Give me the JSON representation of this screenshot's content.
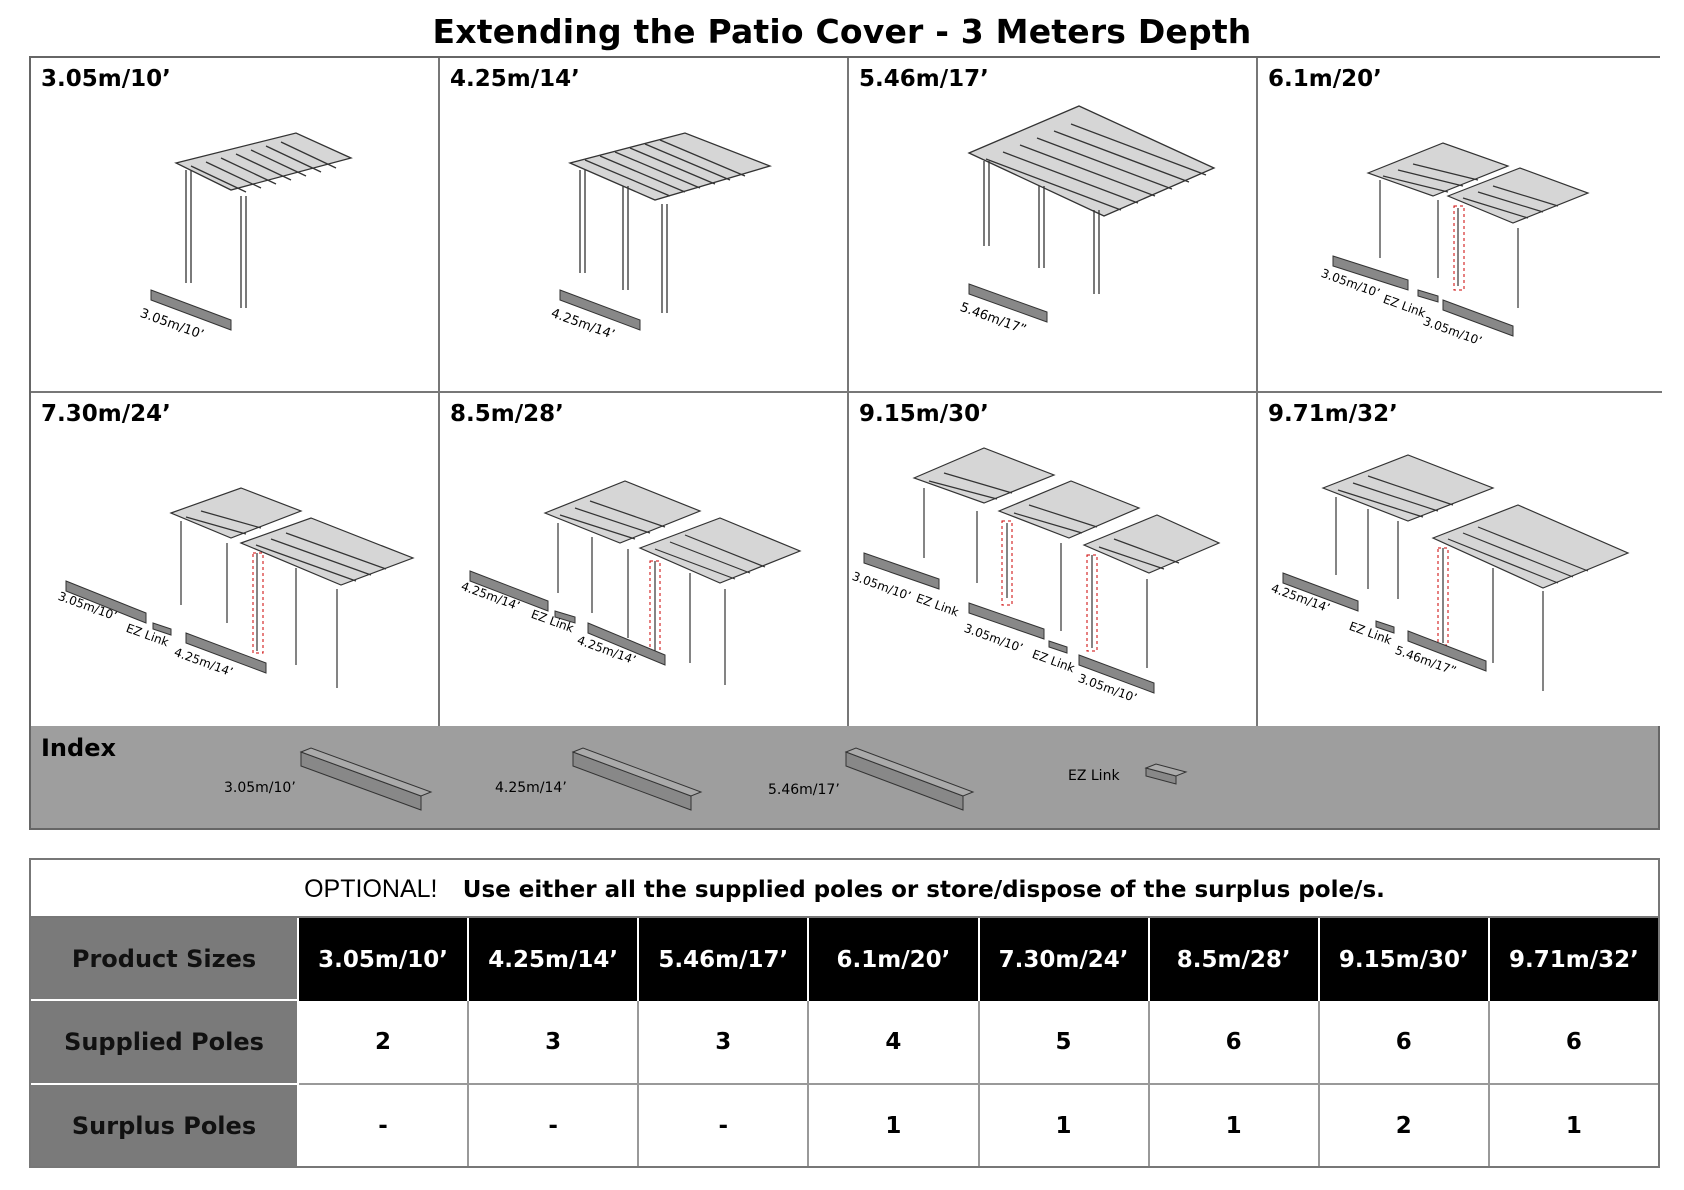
{
  "title": "Extending the Patio Cover - 3 Meters Depth",
  "panels": [
    {
      "label": "3.05m/10’",
      "parts": [
        "3.05m/10’"
      ]
    },
    {
      "label": "4.25m/14’",
      "parts": [
        "4.25m/14’"
      ]
    },
    {
      "label": "5.46m/17’",
      "parts": [
        "5.46m/17”"
      ]
    },
    {
      "label": "6.1m/20’",
      "parts": [
        "3.05m/10’",
        "EZ Link",
        "3.05m/10’"
      ]
    },
    {
      "label": "7.30m/24’",
      "parts": [
        "3.05m/10’",
        "EZ Link",
        "4.25m/14’"
      ]
    },
    {
      "label": "8.5m/28’",
      "parts": [
        "4.25m/14’",
        "EZ Link",
        "4.25m/14’"
      ]
    },
    {
      "label": "9.15m/30’",
      "parts": [
        "3.05m/10’",
        "EZ Link",
        "3.05m/10’",
        "EZ Link",
        "3.05m/10’"
      ]
    },
    {
      "label": "9.71m/32’",
      "parts": [
        "4.25m/14’",
        "EZ Link",
        "5.46m/17”"
      ]
    }
  ],
  "index": {
    "title": "Index",
    "items": [
      "3.05m/10’",
      "4.25m/14’",
      "5.46m/17’",
      "EZ Link"
    ]
  },
  "table": {
    "optional_label": "OPTIONAL!",
    "optional_text": "Use either all the supplied poles or store/dispose of the surplus pole/s.",
    "row_headers": [
      "Product Sizes",
      "Supplied Poles",
      "Surplus Poles"
    ],
    "sizes": [
      "3.05m/10’",
      "4.25m/14’",
      "5.46m/17’",
      "6.1m/20’",
      "7.30m/24’",
      "8.5m/28’",
      "9.15m/30’",
      "9.71m/32’"
    ],
    "supplied": [
      "2",
      "3",
      "3",
      "4",
      "5",
      "6",
      "6",
      "6"
    ],
    "surplus": [
      "-",
      "-",
      "-",
      "1",
      "1",
      "1",
      "2",
      "1"
    ]
  }
}
